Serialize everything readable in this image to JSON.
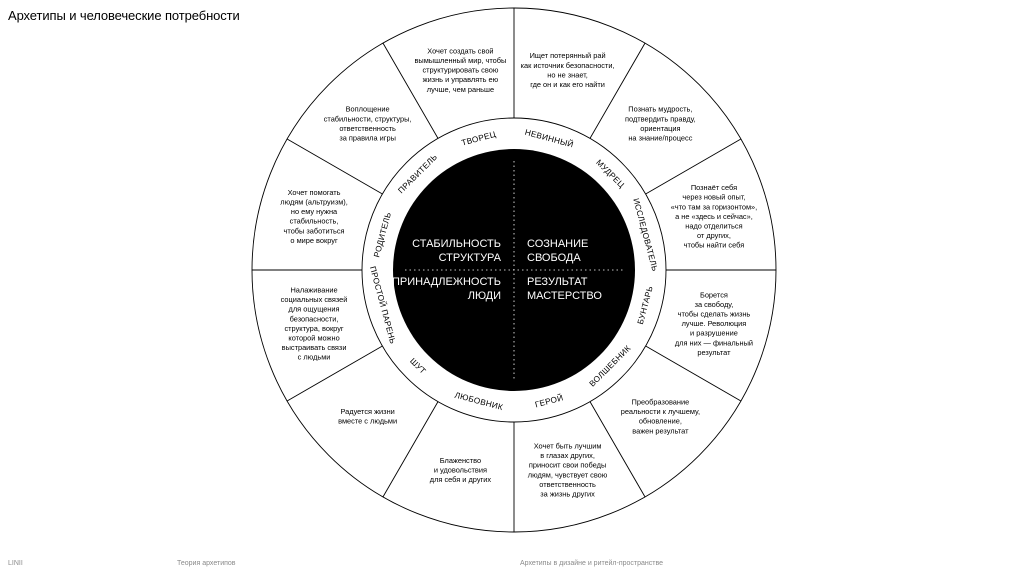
{
  "header": {
    "title": "Архетипы и человеческие потребности"
  },
  "center": {
    "quadrants": [
      {
        "lines": [
          "СТАБИЛЬНОСТЬ",
          "СТРУКТУРА"
        ]
      },
      {
        "lines": [
          "СОЗНАНИЕ",
          "СВОБОДА"
        ]
      },
      {
        "lines": [
          "ПРИНАДЛЕЖНОСТЬ",
          "ЛЮДИ"
        ]
      },
      {
        "lines": [
          "РЕЗУЛЬТАТ",
          "МАСТЕРСТВО"
        ]
      }
    ]
  },
  "archetypes": [
    {
      "name": "НЕВИННЫЙ",
      "description": [
        "Ищет потерянный рай",
        "как источник безопасности,",
        "но не знает,",
        "где он и как его найти"
      ]
    },
    {
      "name": "МУДРЕЦ",
      "description": [
        "Познать мудрость,",
        "подтвердить правду,",
        "ориентация",
        "на знание/процесс"
      ]
    },
    {
      "name": "ИССЛЕДОВАТЕЛЬ",
      "description": [
        "Познаёт себя",
        "через новый опыт,",
        "«что там за горизонтом»,",
        "а не «здесь и сейчас»,",
        "надо отделиться",
        "от других,",
        "чтобы найти себя"
      ]
    },
    {
      "name": "БУНТАРЬ",
      "description": [
        "Борется",
        "за свободу,",
        "чтобы сделать жизнь",
        "лучше. Революция",
        "и разрушение",
        "для них — финальный",
        "результат"
      ]
    },
    {
      "name": "ВОЛШЕБНИК",
      "description": [
        "Преобразование",
        "реальности к лучшему,",
        "обновление,",
        "важен результат"
      ]
    },
    {
      "name": "ГЕРОЙ",
      "description": [
        "Хочет быть лучшим",
        "в глазах других,",
        "приносит свои победы",
        "людям, чувствует свою",
        "ответственность",
        "за жизнь других"
      ]
    },
    {
      "name": "ЛЮБОВНИК",
      "description": [
        "Блаженство",
        "и удовольствия",
        "для себя и других"
      ]
    },
    {
      "name": "ШУТ",
      "description": [
        "Радуется жизни",
        "вместе с людьми"
      ]
    },
    {
      "name": "ПРОСТОЙ ПАРЕНЬ",
      "description": [
        "Налаживание",
        "социальных связей",
        "для ощущения",
        "безопасности,",
        "структура, вокруг",
        "которой можно",
        "выстраивать связи",
        "с людьми"
      ]
    },
    {
      "name": "РОДИТЕЛЬ",
      "description": [
        "Хочет помогать",
        "людям (альтруизм),",
        "но ему нужна",
        "стабильность,",
        "чтобы заботиться",
        "о мире вокруг"
      ]
    },
    {
      "name": "ПРАВИТЕЛЬ",
      "description": [
        "Воплощение",
        "стабильности, структуры,",
        "ответственность",
        "за правила игры"
      ]
    },
    {
      "name": "ТВОРЕЦ",
      "description": [
        "Хочет создать свой",
        "вымышленный мир, чтобы",
        "структурировать свою",
        "жизнь и управлять ею",
        "лучше, чем раньше"
      ]
    }
  ],
  "footer": {
    "brand": "LINII",
    "topic": "Теория архетипов",
    "subtitle": "Архетипы в дизайне и ритейл-пространстве"
  }
}
